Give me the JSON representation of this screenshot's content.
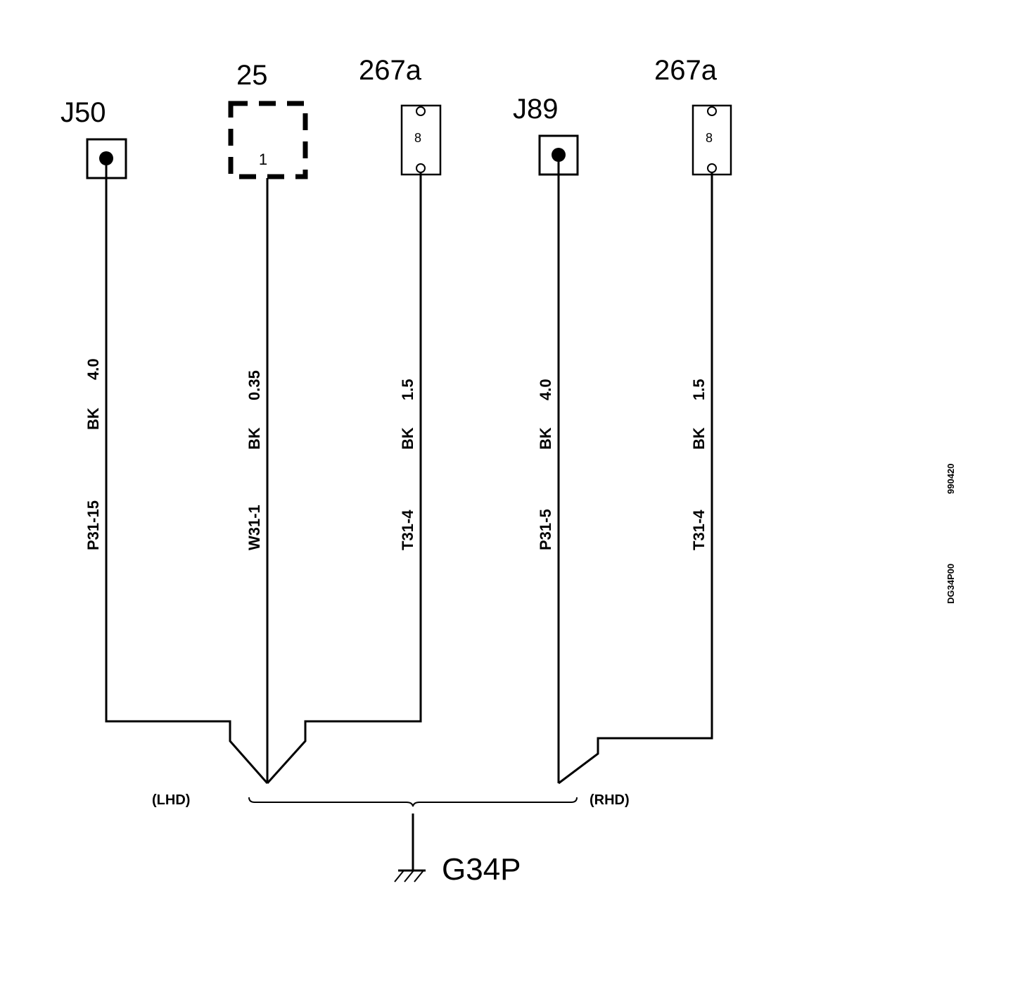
{
  "connectors": [
    {
      "id": "J50",
      "pin": ""
    },
    {
      "id": "25",
      "pin": "1"
    },
    {
      "id": "267a",
      "pin": "8"
    },
    {
      "id": "J89",
      "pin": ""
    },
    {
      "id": "267a",
      "pin": "8"
    }
  ],
  "wires": [
    {
      "circuit": "P31-15",
      "color": "BK",
      "size": "4.0"
    },
    {
      "circuit": "W31-1",
      "color": "BK",
      "size": "0.35"
    },
    {
      "circuit": "T31-4",
      "color": "BK",
      "size": "1.5"
    },
    {
      "circuit": "P31-5",
      "color": "BK",
      "size": "4.0"
    },
    {
      "circuit": "T31-4",
      "color": "BK",
      "size": "1.5"
    }
  ],
  "variants": {
    "left": "(LHD)",
    "right": "(RHD)"
  },
  "ground": {
    "label": "G34P"
  },
  "codes": {
    "date": "990420",
    "ref": "DG34P00"
  }
}
